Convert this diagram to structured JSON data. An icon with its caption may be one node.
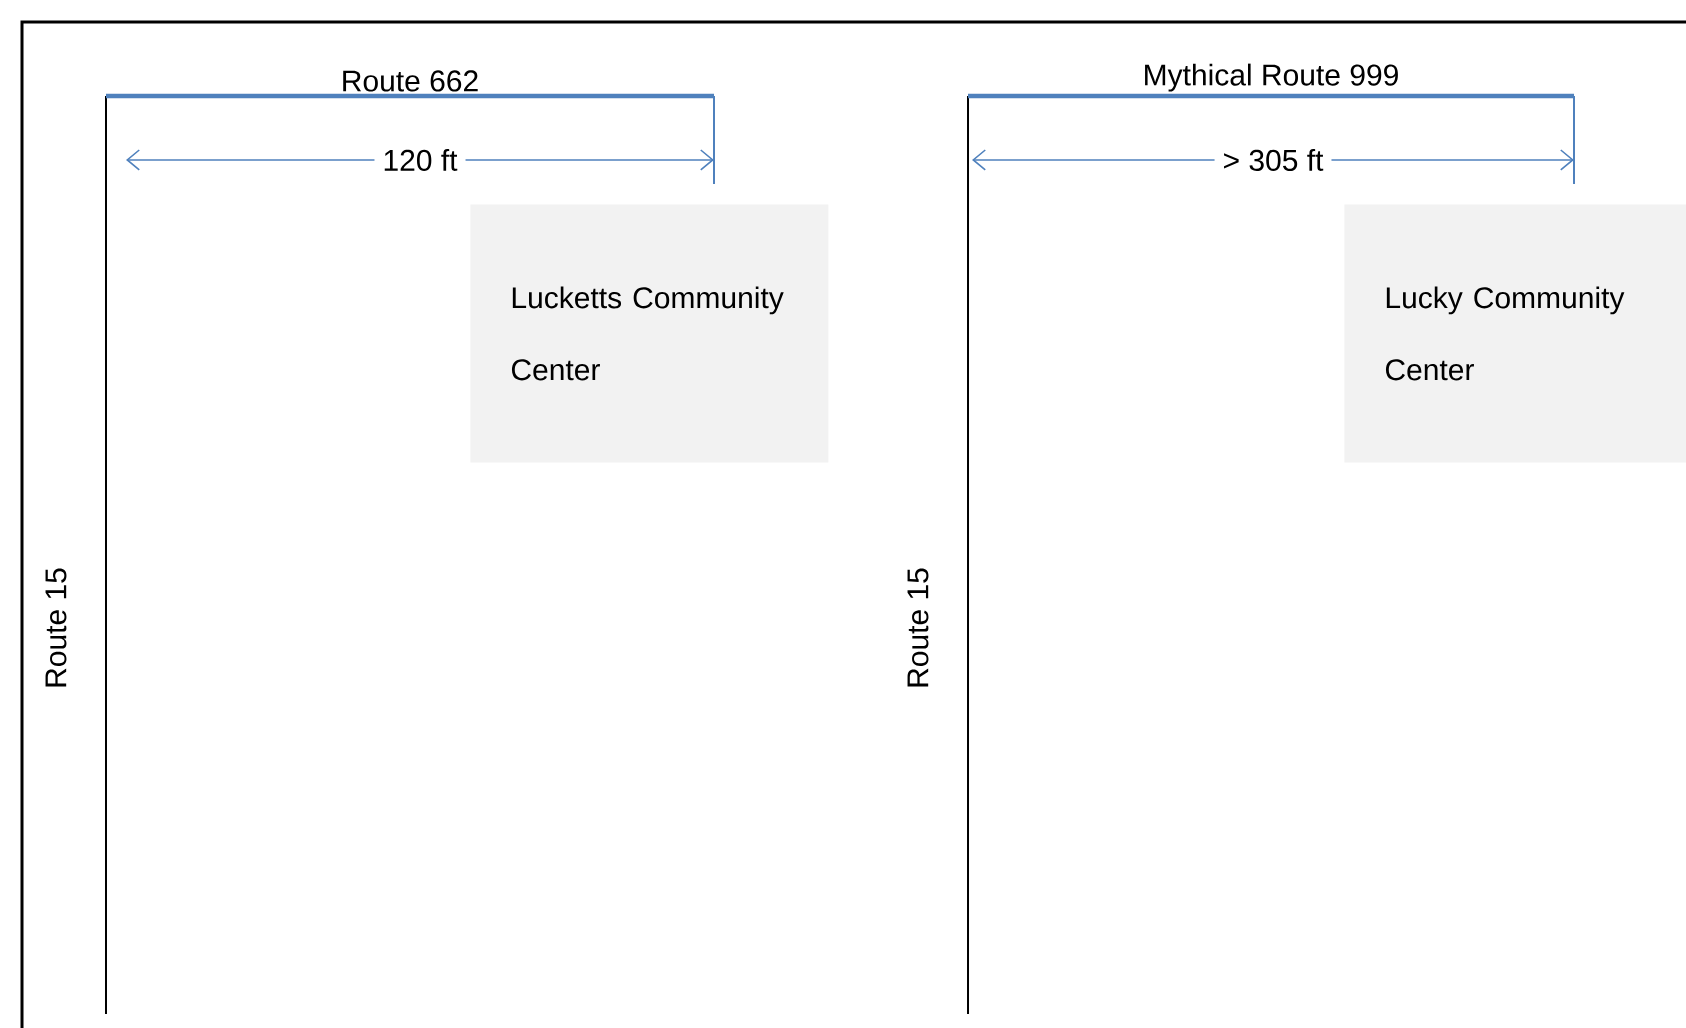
{
  "diagram": {
    "nodes": [
      {
        "text": [
          "Lucketts Community Center"
        ]
      },
      {
        "text": [
          "Lucky Community Center"
        ]
      }
    ],
    "labels": [
      "Route 662",
      "120 ft",
      "Route 15",
      "Mythical Route 999",
      "> 305 ft",
      "Route 15"
    ]
  }
}
